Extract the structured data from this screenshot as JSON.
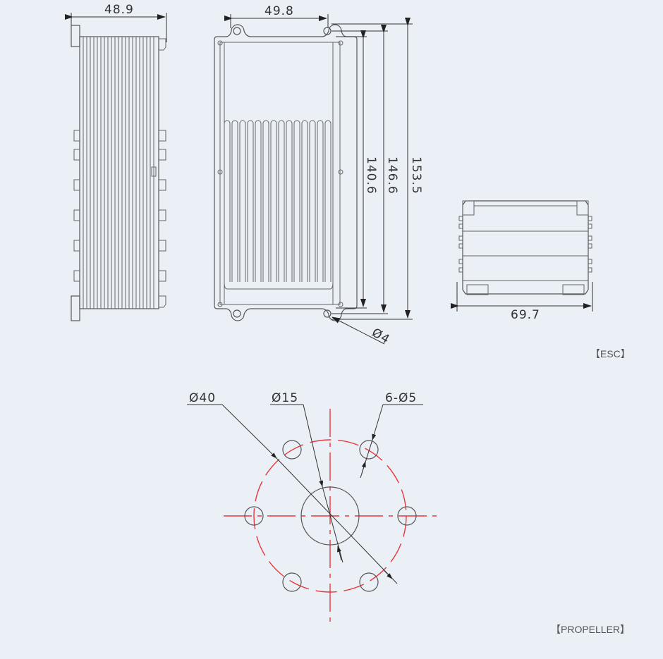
{
  "labels": {
    "esc": "【ESC】",
    "propeller": "【PROPELLER】"
  },
  "dimensions": {
    "side_width": "48.9",
    "top_hole_spacing": "49.8",
    "height_inner": "140.6",
    "height_mid": "146.6",
    "height_total": "153.5",
    "mount_hole": "Ø4",
    "end_width": "69.7",
    "prop_outer": "Ø40",
    "prop_center": "Ø15",
    "prop_holes": "6-Ø5"
  },
  "colors": {
    "background": "#ebf0f6",
    "line": "#555555",
    "centerline": "#e8383d"
  }
}
